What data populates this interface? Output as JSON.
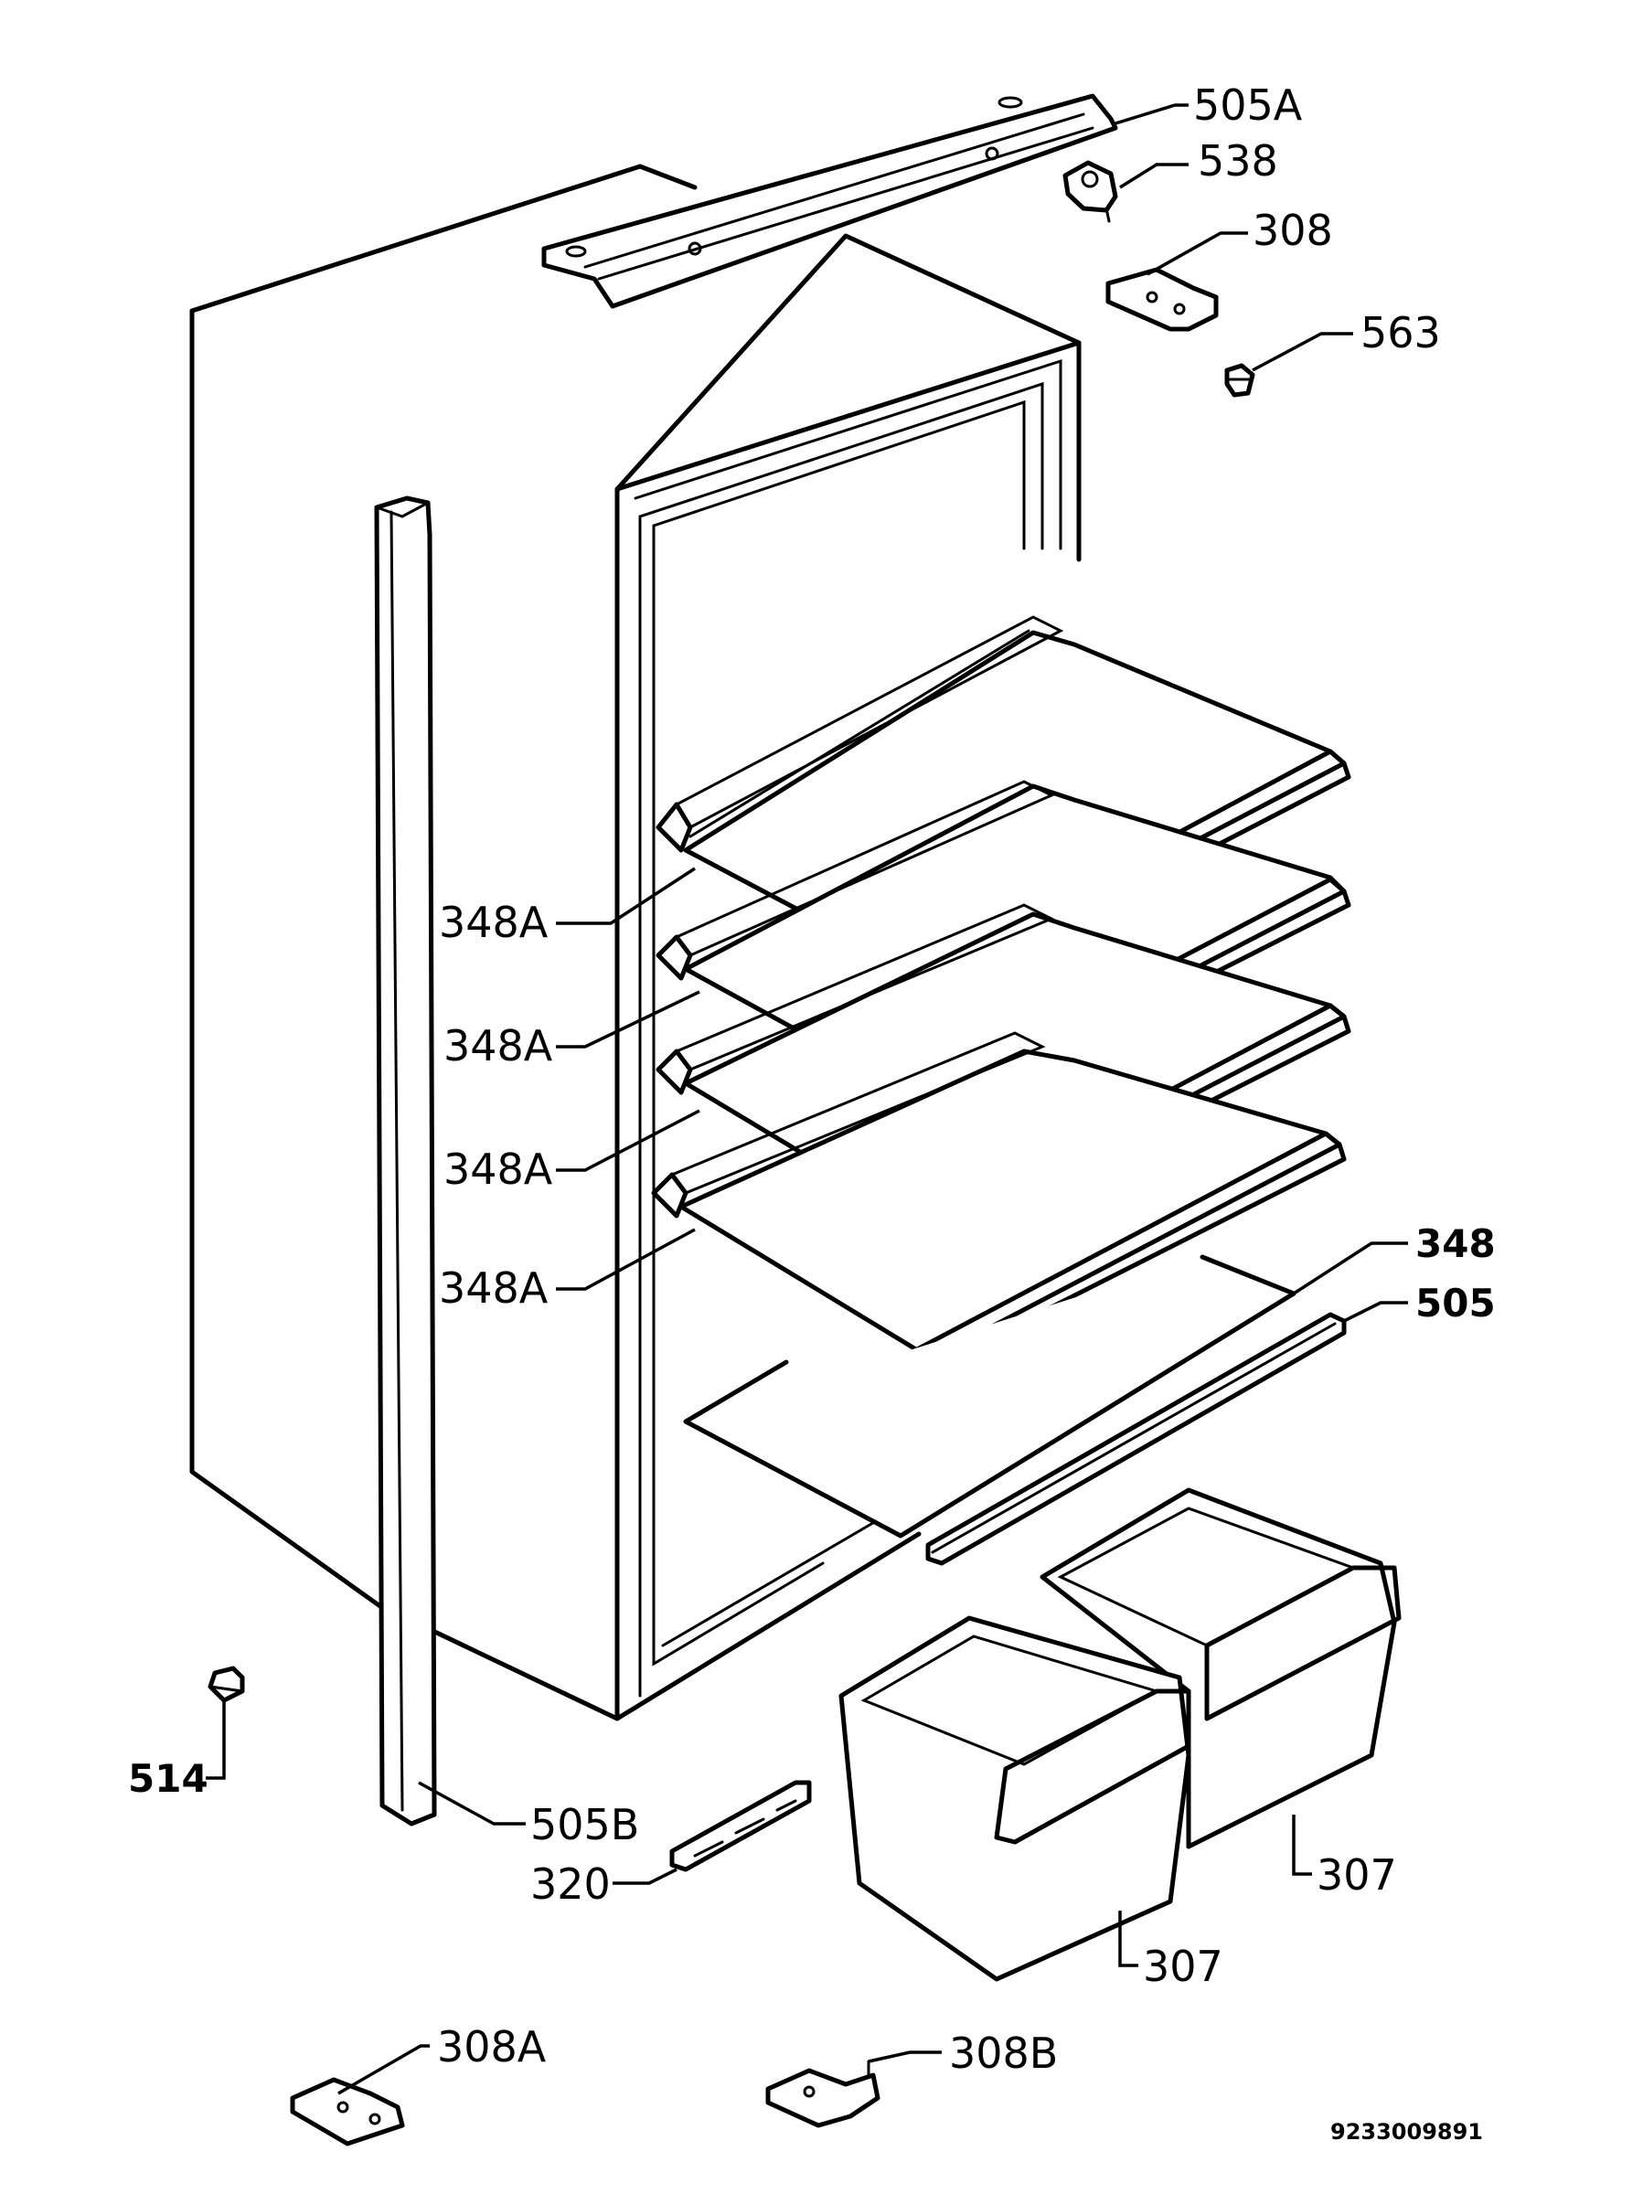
{
  "labels": {
    "top_rail": "505A",
    "light_bracket": "538",
    "hinge_top": "308",
    "screw": "563",
    "shelf_1": "348A",
    "shelf_2": "348A",
    "shelf_3": "348A",
    "shelf_4": "348A",
    "crisper_cover": "348",
    "cover_strip": "505",
    "foot": "514",
    "side_rail": "505B",
    "slide_rail": "320",
    "crisper_right": "307",
    "crisper_left": "307",
    "hinge_bottom_left": "308A",
    "hinge_bottom_right": "308B"
  },
  "document_number": "9233009891"
}
